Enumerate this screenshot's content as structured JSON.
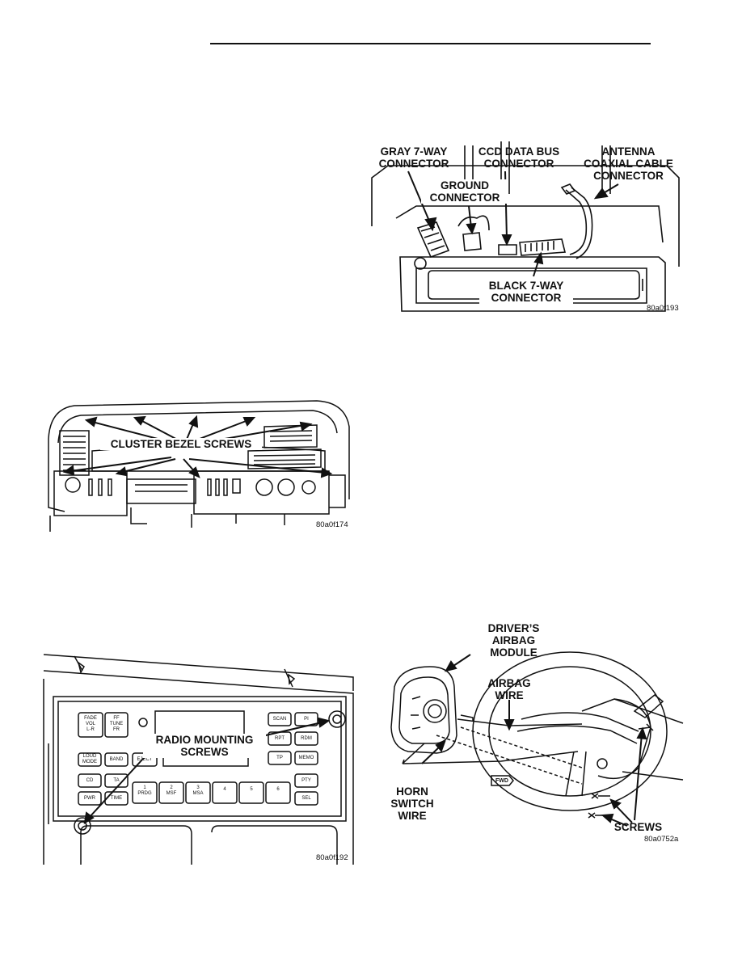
{
  "figures": {
    "radio_connectors": {
      "labels": {
        "gray_connector": [
          "GRAY 7-WAY",
          "CONNECTOR"
        ],
        "ccd_connector": [
          "CCD DATA BUS",
          "CONNECTOR"
        ],
        "antenna_connector": [
          "ANTENNA",
          "COAXIAL CABLE",
          "CONNECTOR"
        ],
        "ground_connector": [
          "GROUND",
          "CONNECTOR"
        ],
        "black_connector": [
          "BLACK 7-WAY",
          "CONNECTOR"
        ]
      },
      "code": "80a0f193"
    },
    "cluster_bezel": {
      "labels": {
        "bezel_screws": "CLUSTER BEZEL SCREWS"
      },
      "code": "80a0f174"
    },
    "radio_mounting": {
      "labels": {
        "mounting_screws": [
          "RADIO MOUNTING",
          "SCREWS"
        ]
      },
      "code": "80a0f192",
      "radio_keys": {
        "fade": [
          "FADE",
          "VOL",
          "L-R"
        ],
        "tune": [
          "FF",
          "TUNE",
          "FR"
        ],
        "scan": "SCAN",
        "pi": "PI",
        "rpt": "RPT",
        "rdm": "RDM",
        "tp": "TP",
        "memo": "MEMO",
        "eject": "EJECT",
        "loud_mode": [
          "LOUD",
          "MODE"
        ],
        "band": "BAND",
        "cd": "CD",
        "ta": "TA",
        "pwr": "PWR",
        "time": "TIME",
        "preset_1": [
          "1",
          "PRDG"
        ],
        "preset_2": [
          "2",
          "MSF"
        ],
        "preset_3": [
          "3",
          "MSA"
        ],
        "preset_4": "4",
        "preset_5": "5",
        "preset_6": "6",
        "pty": "PTY",
        "sel": "SEL"
      }
    },
    "airbag_module": {
      "labels": {
        "driver_airbag": [
          "DRIVER’S",
          "AIRBAG",
          "MODULE"
        ],
        "airbag_wire": [
          "AIRBAG",
          "WIRE"
        ],
        "horn_wire": [
          "HORN",
          "SWITCH",
          "WIRE"
        ],
        "screws": "SCREWS",
        "fwd": "FWD"
      },
      "code": "80a0752a"
    }
  }
}
